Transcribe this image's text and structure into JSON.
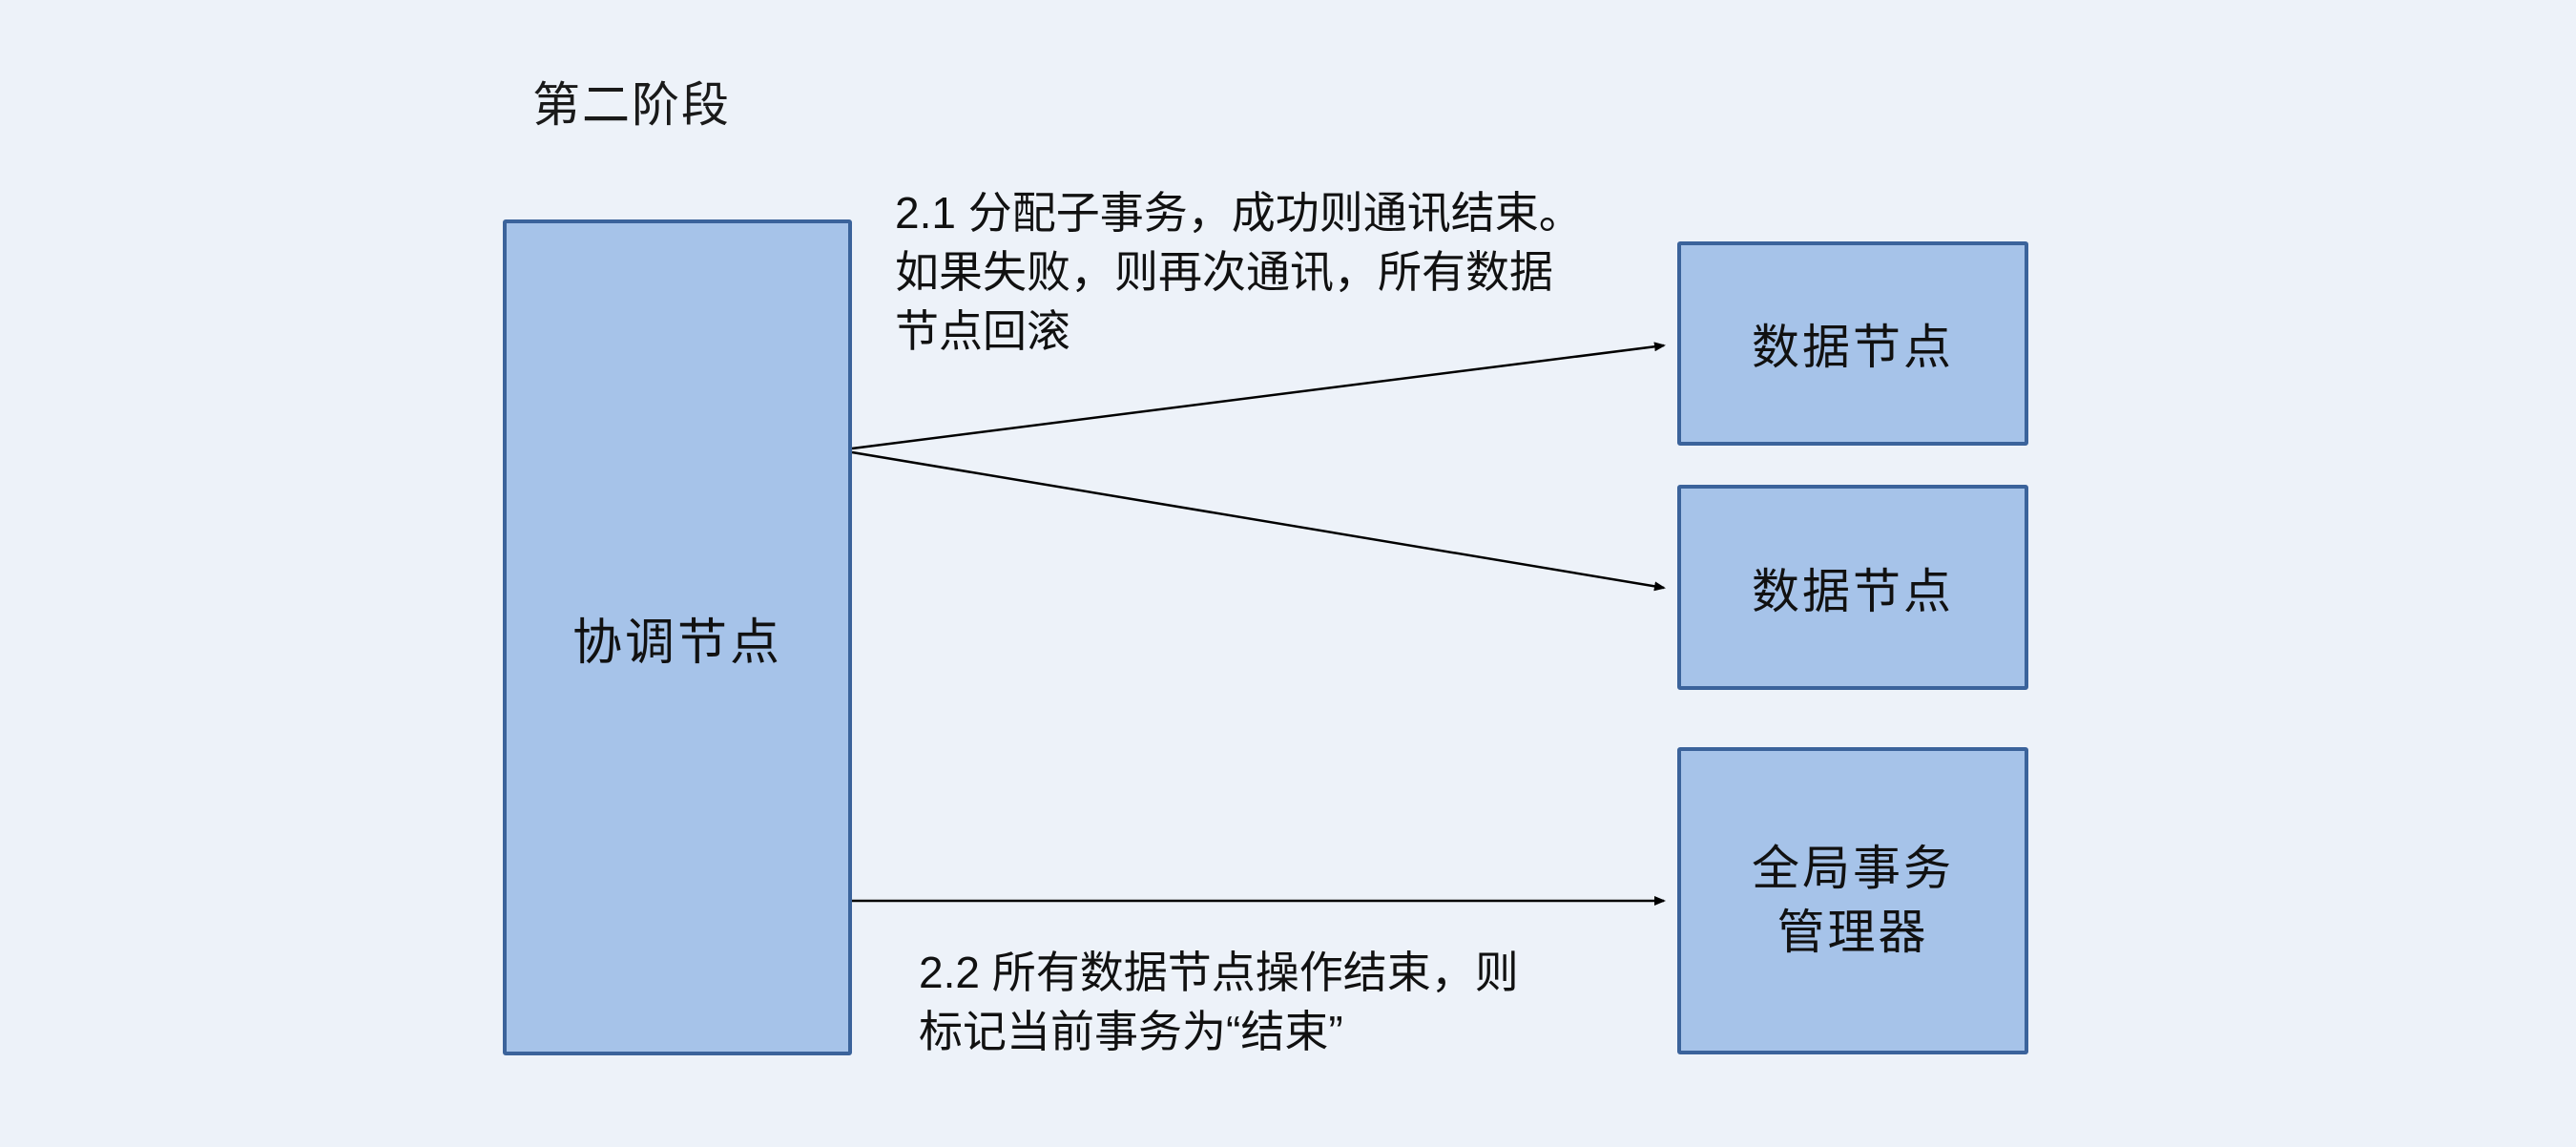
{
  "diagram": {
    "title": "第二阶段",
    "coordinator": {
      "label": "协调节点"
    },
    "nodes": [
      {
        "label": "数据节点"
      },
      {
        "label": "数据节点"
      },
      {
        "label_line1": "全局事务",
        "label_line2": "管理器"
      }
    ],
    "annotations": {
      "step21_line1": "2.1 分配子事务，成功则通讯结束。",
      "step21_line2": "如果失败，则再次通讯，所有数据",
      "step21_line3": "节点回滚",
      "step22_line1": "2.2 所有数据节点操作结束，则",
      "step22_line2": "标记当前事务为“结束”"
    },
    "colors": {
      "background": "#edf2f9",
      "box_fill": "#a6c3e9",
      "box_border": "#3b639b",
      "arrow": "#000000"
    }
  }
}
